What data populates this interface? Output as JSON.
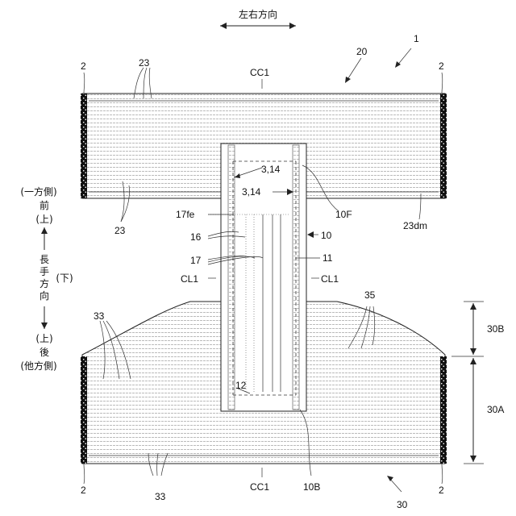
{
  "direction_lr": "左右方向",
  "direction_long": [
    "長",
    "手",
    "方",
    "向"
  ],
  "front_side": "(一方側)",
  "front": "前",
  "front_up": "(上)",
  "down": "(下)",
  "back_up": "(上)",
  "back": "後",
  "back_side": "(他方側)",
  "labels": {
    "n1": "1",
    "n20": "20",
    "n30": "30",
    "n2_tl": "2",
    "n2_tr": "2",
    "n2_bl": "2",
    "n2_br": "2",
    "n23_a": "23",
    "n23_b": "23",
    "n23dm": "23dm",
    "cc1_top": "CC1",
    "cc1_bottom": "CC1",
    "n3_14_a": "3,14",
    "n3_14_b": "3,14",
    "n10f": "10F",
    "n17fe": "17fe",
    "n16": "16",
    "n10": "10",
    "n17": "17",
    "n11": "11",
    "cl1_left": "CL1",
    "cl1_right": "CL1",
    "n35": "35",
    "n33_a": "33",
    "n33_b": "33",
    "n30b": "30B",
    "n30a": "30A",
    "n12": "12",
    "n10b": "10B"
  }
}
